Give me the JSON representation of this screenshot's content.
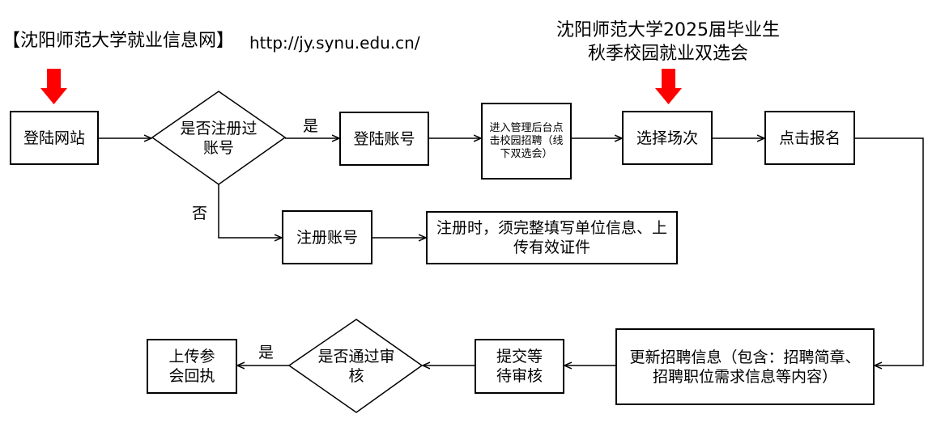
{
  "header": {
    "site_title": "【沈阳师范大学就业信息网】",
    "site_url": "http://jy.synu.edu.cn/",
    "fair_title_line1": "沈阳师范大学2025届毕业生",
    "fair_title_line2": "秋季校园就业双选会"
  },
  "colors": {
    "arrow_accent": "#ff0000",
    "line": "#000000"
  },
  "nodes": {
    "login_site": "登陆网站",
    "registered_q": "是否注册过账号",
    "login_account": "登陆账号",
    "enter_admin": "进入管理后台点击校园招聘（线下双选会）",
    "choose_session": "选择场次",
    "click_signup": "点击报名",
    "register_account": "注册账号",
    "register_note": "注册时，须完整填写单位信息、上传有效证件",
    "update_info": "更新招聘信息（包含：招聘简章、招聘职位需求信息等内容）",
    "submit_review": "提交等待审核",
    "passed_q": "是否通过审核",
    "upload_receipt": "上传参会回执"
  },
  "edge_labels": {
    "yes_top": "是",
    "no_left": "否",
    "yes_bottom": "是"
  }
}
